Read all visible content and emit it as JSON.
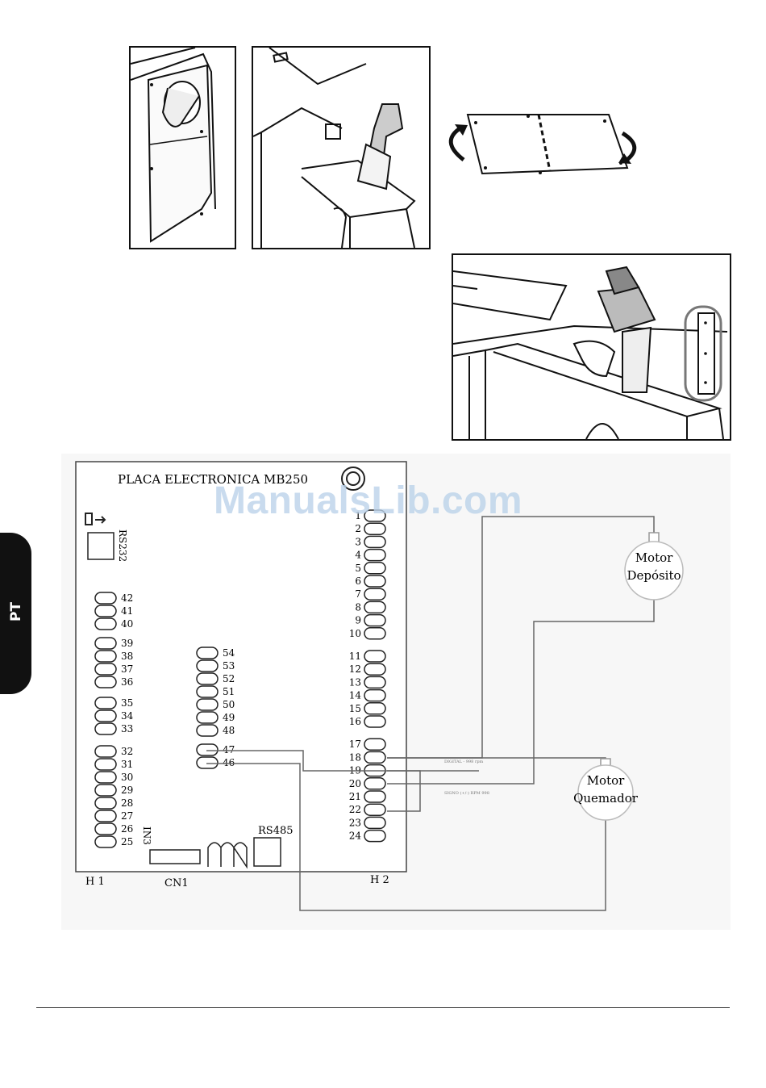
{
  "side_tab": {
    "label": "PT"
  },
  "board": {
    "title": "PLACA ELECTRONICA MB250",
    "rs232_label": "RS232",
    "in3_label": "IN3",
    "cn1_label": "CN1",
    "rs485_label": "RS485",
    "h1_label": "H 1",
    "h2_label": "H 2",
    "left_terminals": [
      "42",
      "41",
      "40",
      "39",
      "38",
      "37",
      "36",
      "35",
      "34",
      "33",
      "32",
      "31",
      "30",
      "29",
      "28",
      "27",
      "26",
      "25"
    ],
    "mid_terminals": [
      "54",
      "53",
      "52",
      "51",
      "50",
      "49",
      "48",
      "47",
      "46"
    ],
    "right_terminals": [
      "1",
      "2",
      "3",
      "4",
      "5",
      "6",
      "7",
      "8",
      "9",
      "10",
      "11",
      "12",
      "13",
      "14",
      "15",
      "16",
      "17",
      "18",
      "19",
      "20",
      "21",
      "22",
      "23",
      "24"
    ]
  },
  "motors": {
    "deposito": {
      "line1": "Motor",
      "line2": "Depósito"
    },
    "quemador": {
      "line1": "Motor",
      "line2": "Quemador"
    }
  },
  "watermark": "ManualsLib.com"
}
